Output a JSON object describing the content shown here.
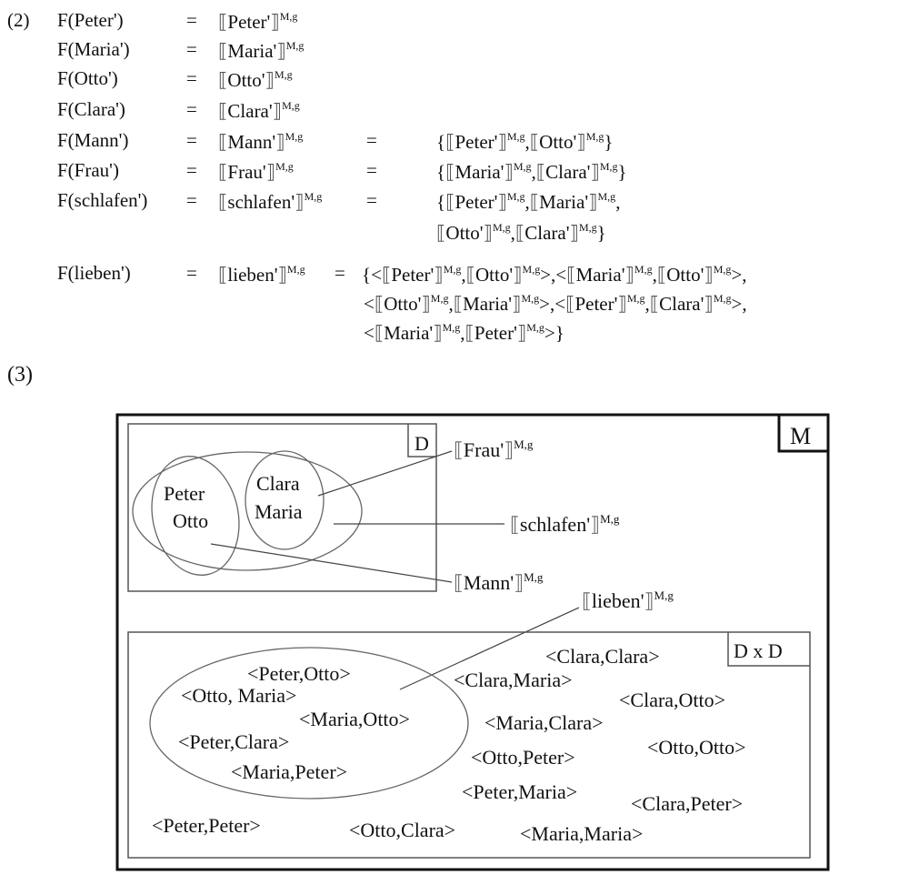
{
  "example2": {
    "number": "(2)",
    "rows": [
      {
        "lhs": "F(Peter')",
        "sem": "Peter'",
        "set": []
      },
      {
        "lhs": "F(Maria')",
        "sem": "Maria'",
        "set": []
      },
      {
        "lhs": "F(Otto')",
        "sem": "Otto'",
        "set": []
      },
      {
        "lhs": "F(Clara')",
        "sem": "Clara'",
        "set": []
      },
      {
        "lhs": "F(Mann')",
        "sem": "Mann'",
        "set": [
          "{⟦Peter'⟧M,g,⟦Otto'⟧M,g}"
        ]
      },
      {
        "lhs": "F(Frau')",
        "sem": "Frau'",
        "set": [
          "{⟦Maria'⟧M,g,⟦Clara'⟧M,g}"
        ]
      },
      {
        "lhs": "F(schlafen')",
        "sem": "schlafen'",
        "set": [
          "{⟦Peter'⟧M,g,⟦Maria'⟧M,g,",
          "⟦Otto'⟧M,g,⟦Clara'⟧M,g}"
        ]
      },
      {
        "lhs": "F(lieben')",
        "sem": "lieben'",
        "set": [
          "{<⟦Peter'⟧M,g,⟦Otto'⟧M,g>,<⟦Maria'⟧M,g,⟦Otto'⟧M,g>,",
          "<⟦Otto'⟧M,g,⟦Maria'⟧M,g>,<⟦Peter'⟧M,g,⟦Clara'⟧M,g>,",
          "<⟦Maria'⟧M,g,⟦Peter'⟧M,g>}"
        ]
      }
    ],
    "eq": "=",
    "superscript": "M,g"
  },
  "example3": {
    "number": "(3)",
    "model_label": "M",
    "domain_label": "D",
    "pairs_label": "D x D",
    "individuals": {
      "men": [
        "Peter",
        "Otto"
      ],
      "women": [
        "Clara",
        "Maria"
      ]
    },
    "annotations": {
      "frau": "Frau'",
      "schlafen": "schlafen'",
      "mann": "Mann'",
      "lieben": "lieben'"
    },
    "lieben_pairs": [
      "<Peter,Otto>",
      "<Otto, Maria>",
      "<Maria,Otto>",
      "<Peter,Clara>",
      "<Maria,Peter>"
    ],
    "other_pairs": [
      "<Clara,Clara>",
      "<Clara,Maria>",
      "<Clara,Otto>",
      "<Maria,Clara>",
      "<Otto,Otto>",
      "<Otto,Peter>",
      "<Peter,Maria>",
      "<Clara,Peter>",
      "<Peter,Peter>",
      "<Otto,Clara>",
      "<Maria,Maria>"
    ]
  }
}
